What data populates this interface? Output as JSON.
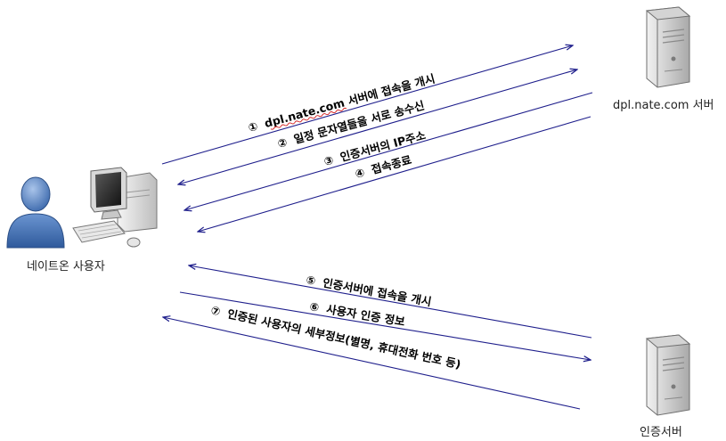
{
  "nodes": {
    "user": {
      "label": "네이트온 사용자"
    },
    "dpl_server": {
      "label": "dpl.nate.com 서버"
    },
    "auth_server": {
      "label": "인증서버"
    }
  },
  "colors": {
    "arrow": "#1f1f8c",
    "person": "#4a78b8",
    "underline": "#d21a1a"
  },
  "steps": [
    {
      "num": "①",
      "text": "dpl.nate.com 서버에 접속을 개시",
      "direction": "to-dpl-server"
    },
    {
      "num": "②",
      "text": "일정 문자열들을 서로 송수신",
      "direction": "bidirectional"
    },
    {
      "num": "③",
      "text": "인증서버의 IP주소",
      "direction": "to-user"
    },
    {
      "num": "④",
      "text": "접속종료",
      "direction": "to-user"
    },
    {
      "num": "⑤",
      "text": "인증서버에 접속을 개시",
      "direction": "to-auth-server"
    },
    {
      "num": "⑥",
      "text": "사용자 인증 정보",
      "direction": "to-auth-server"
    },
    {
      "num": "⑦",
      "text": "인증된 사용자의 세부정보(별명, 휴대전화 번호 등)",
      "direction": "to-user"
    }
  ]
}
